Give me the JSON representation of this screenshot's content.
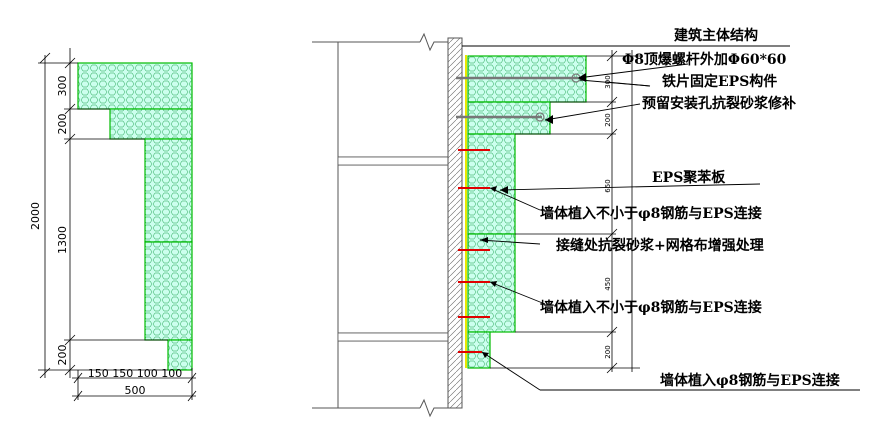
{
  "left_detail": {
    "dims": {
      "total_height": "2000",
      "seg_top": "300",
      "seg_2": "200",
      "seg_mid": "1300",
      "seg_bottom": "200",
      "bottom_segments": "150 150 100 100",
      "total_width": "500"
    }
  },
  "section": {
    "labels": [
      "建筑主体结构",
      "Φ8顶爆螺杆外加Φ60*60",
      "铁片固定EPS构件",
      "预留安装孔抗裂砂浆修补",
      "EPS聚苯板",
      "墙体植入不小于φ8钢筋与EPS连接",
      "接缝处抗裂砂浆+网格布增强处理",
      "墙体植入不小于φ8钢筋与EPS连接",
      "墙体植入φ8钢筋与EPS连接"
    ],
    "right_dims": [
      "300",
      "200",
      "650",
      "450",
      "200"
    ]
  },
  "colors": {
    "eps_fill": "#ccffee",
    "eps_stroke": "#00bb00",
    "rebar": "#e00000",
    "bolt": "#777777",
    "mortar": "#e8e800"
  }
}
